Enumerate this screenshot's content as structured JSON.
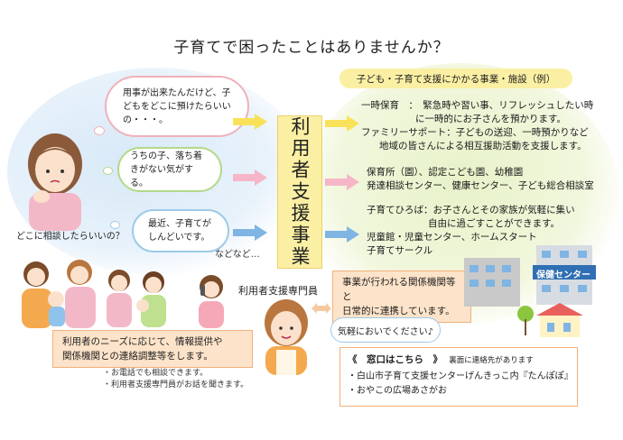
{
  "title": "子育てで困ったことはありませんか？",
  "thoughts": [
    {
      "text": "用事が出来たんだけど、子どもをどこに預けたらいいの・・・。"
    },
    {
      "text": "うちの子、落ち着きがない気がする。"
    },
    {
      "text": "最近、子育てがしんどいです。"
    }
  ],
  "mother_caption": "どこに相談したらいいの？",
  "etc_label": "などなど…",
  "center_label": "利用者支援事業",
  "services_header": "子ども・子育て支援にかかる事業・施設（例）",
  "services": {
    "g1": [
      "一時保育　：　緊急時や習い事、リフレッシュしたい時",
      "に一時的にお子さんを預かります。",
      "ファミリーサポート：子どもの送迎、一時預かりなど",
      "地域の皆さんによる相互援助活動を支援します。"
    ],
    "g2": [
      "保育所（園）、認定こども園、幼稚園",
      "発達相談センター、健康センター、子ども総合相談室"
    ],
    "g3": [
      "子育てひろば：お子さんとその家族が気軽に集い",
      "自由に過ごすことができます。",
      "児童館・児童センター、ホームスタート",
      "子育てサークル"
    ]
  },
  "specialist_label": "利用者支援専門員",
  "liaison_text": [
    "事業が行われる関係機関等と",
    "日常的に連携しています。"
  ],
  "health_center_sign": "保健センター",
  "welcome_bubble": "気軽においでください♪",
  "needs_text": [
    "利用者のニーズに応じて、情報提供や",
    "関係機関との連絡調整等をします。"
  ],
  "notes": [
    "・お電話でも相談できます。",
    "・利用者支援専門員がお話を聞きます。"
  ],
  "contact": {
    "heading": "《　窓口はこちら　》",
    "heading_note": "裏面に連絡先があります",
    "items": [
      "・白山市子育て支援センターげんきっこ内『たんぽぽ』",
      "・おやこの広場あさがお"
    ]
  },
  "colors": {
    "yellow": "#fbefa3",
    "orange": "#fde3c9",
    "pink_arrow": "#f6b6c8",
    "yellow_arrow": "#f9e25a",
    "blue_arrow": "#7fb4e3"
  }
}
